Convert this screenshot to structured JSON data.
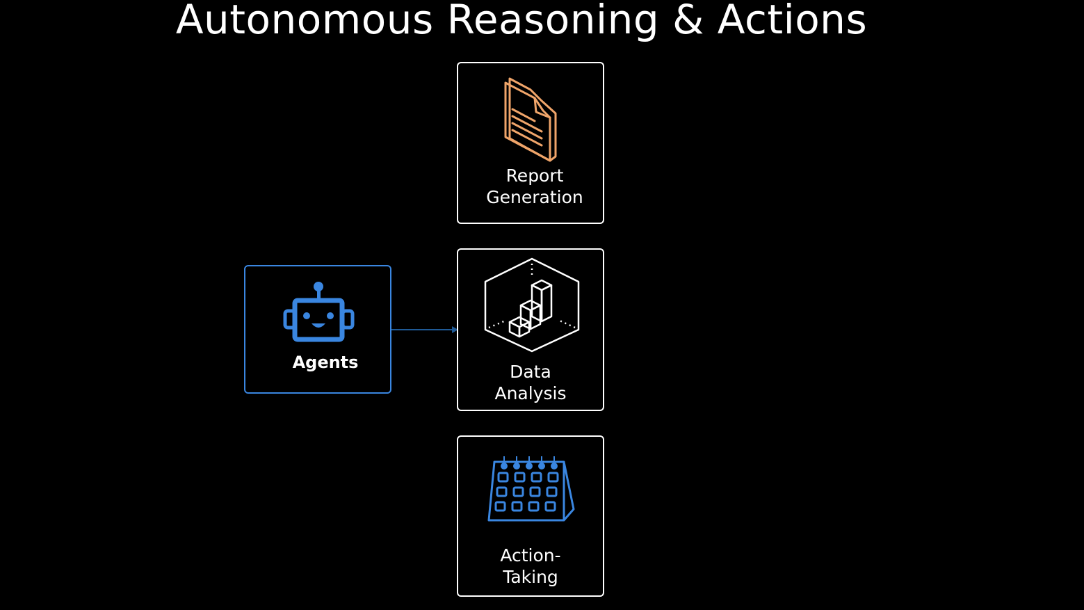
{
  "title": "Autonomous Reasoning & Actions",
  "colors": {
    "background": "#000000",
    "text": "#ffffff",
    "agent_blue": "#3a86e0",
    "report_orange": "#f0a56a",
    "box_border": "#ffffff",
    "arrow": "#1f5a96"
  },
  "agent": {
    "label": "Agents",
    "icon": "robot-icon"
  },
  "capabilities": [
    {
      "id": "report-generation",
      "lines": [
        "Report",
        "Generation"
      ],
      "icon": "document-icon"
    },
    {
      "id": "data-analysis",
      "lines": [
        "Data",
        "Analysis"
      ],
      "icon": "cube-bar-chart-icon"
    },
    {
      "id": "action-taking",
      "lines": [
        "Action-",
        "Taking"
      ],
      "icon": "calendar-icon"
    }
  ]
}
